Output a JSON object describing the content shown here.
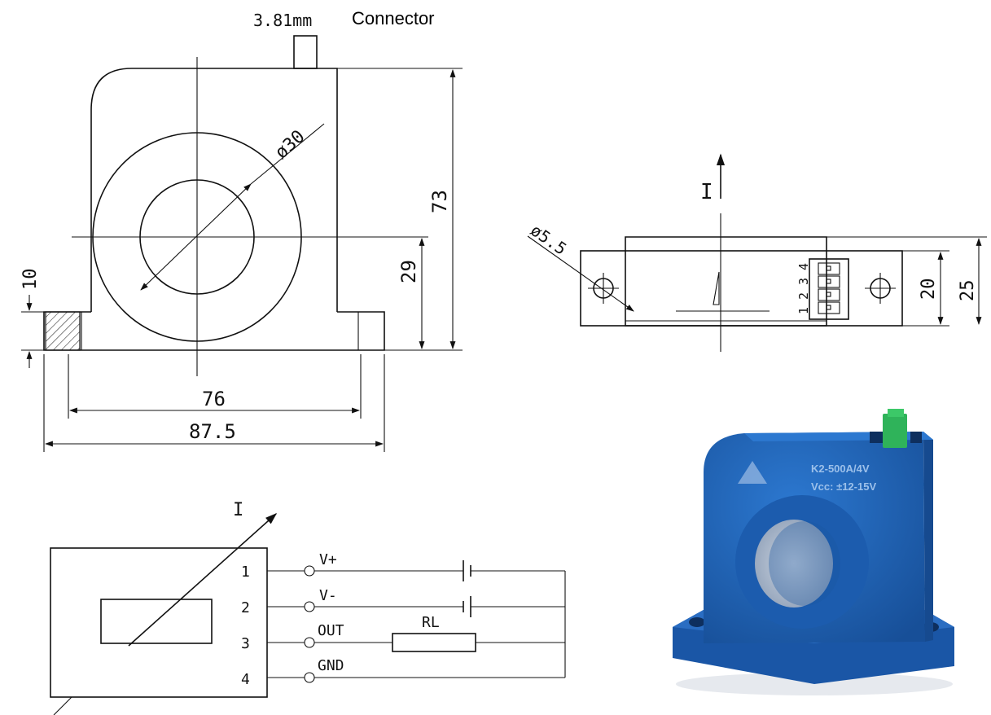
{
  "front_view": {
    "connector_size": "3.81mm",
    "connector_label": "Connector",
    "dim_bore": "ø30",
    "dim_height_total": "73",
    "dim_center_height": "29",
    "dim_foot_height": "10",
    "dim_hole_spacing": "76",
    "dim_width_total": "87.5"
  },
  "side_view": {
    "current_label": "I",
    "dim_hole": "ø5.5",
    "dim_body": "20",
    "dim_total": "25",
    "pin_numbers": [
      "1",
      "2",
      "3",
      "4"
    ]
  },
  "wiring": {
    "current_label": "I",
    "pins": [
      {
        "num": "1",
        "signal": "V+"
      },
      {
        "num": "2",
        "signal": "V-"
      },
      {
        "num": "3",
        "signal": "OUT"
      },
      {
        "num": "4",
        "signal": "GND"
      }
    ],
    "load_label": "RL"
  },
  "product_photo": {
    "model_text": "K2-500A/4V",
    "supply_text": "Vcc: ±12-15V",
    "colors": {
      "body": "#1f63b8",
      "connector": "#2fb35a"
    }
  }
}
